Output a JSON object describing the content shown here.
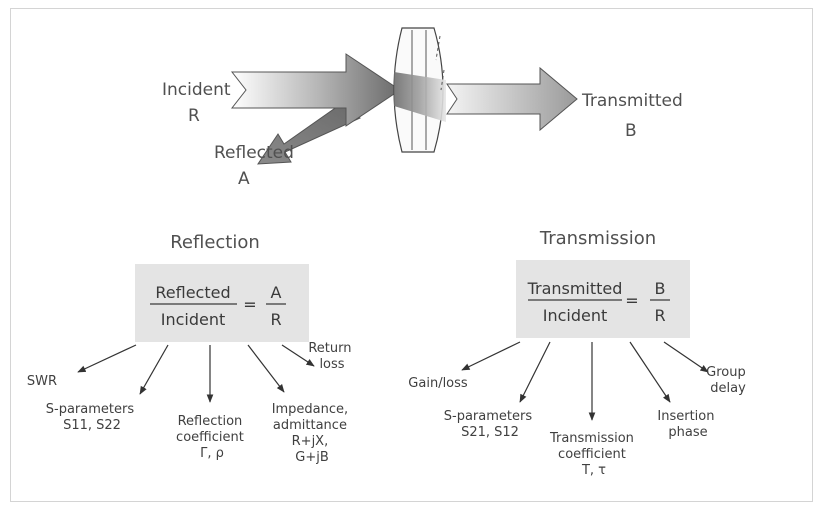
{
  "top": {
    "incident": [
      "Incident",
      "R"
    ],
    "reflected": [
      "Reflected",
      "A"
    ],
    "transmitted": [
      "Transmitted",
      "B"
    ]
  },
  "reflection": {
    "title": "Reflection",
    "numerator": "Reflected",
    "denominator": "Incident",
    "equals": "=",
    "ratio_num": "A",
    "ratio_den": "R",
    "leaves": [
      {
        "lines": [
          "SWR"
        ]
      },
      {
        "lines": [
          "S-parameters",
          "S11, S22"
        ]
      },
      {
        "lines": [
          "Reflection",
          "coefficient",
          "Γ, ρ"
        ]
      },
      {
        "lines": [
          "Impedance,",
          "admittance",
          "R+jX,",
          "G+jB"
        ]
      },
      {
        "lines": [
          "Return",
          "loss"
        ]
      }
    ]
  },
  "transmission": {
    "title": "Transmission",
    "numerator": "Transmitted",
    "denominator": "Incident",
    "equals": "=",
    "ratio_num": "B",
    "ratio_den": "R",
    "leaves": [
      {
        "lines": [
          "Gain/loss"
        ]
      },
      {
        "lines": [
          "S-parameters",
          "S21, S12"
        ]
      },
      {
        "lines": [
          "Transmission",
          "coefficient",
          "T, τ"
        ]
      },
      {
        "lines": [
          "Insertion",
          "phase"
        ]
      },
      {
        "lines": [
          "Group",
          "delay"
        ]
      }
    ]
  }
}
